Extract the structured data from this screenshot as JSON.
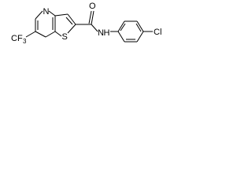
{
  "molecule": {
    "labels": {
      "pyridine_n": "N",
      "thiophene_s": "S",
      "carbonyl_o": "O",
      "amide_n": "N",
      "amide_h": "H",
      "cf3": "CF",
      "cf3_subscript": "3",
      "chlorine": "Cl"
    }
  },
  "colors": {
    "bond": "#000000",
    "text": "#000000",
    "background": "#ffffff"
  }
}
